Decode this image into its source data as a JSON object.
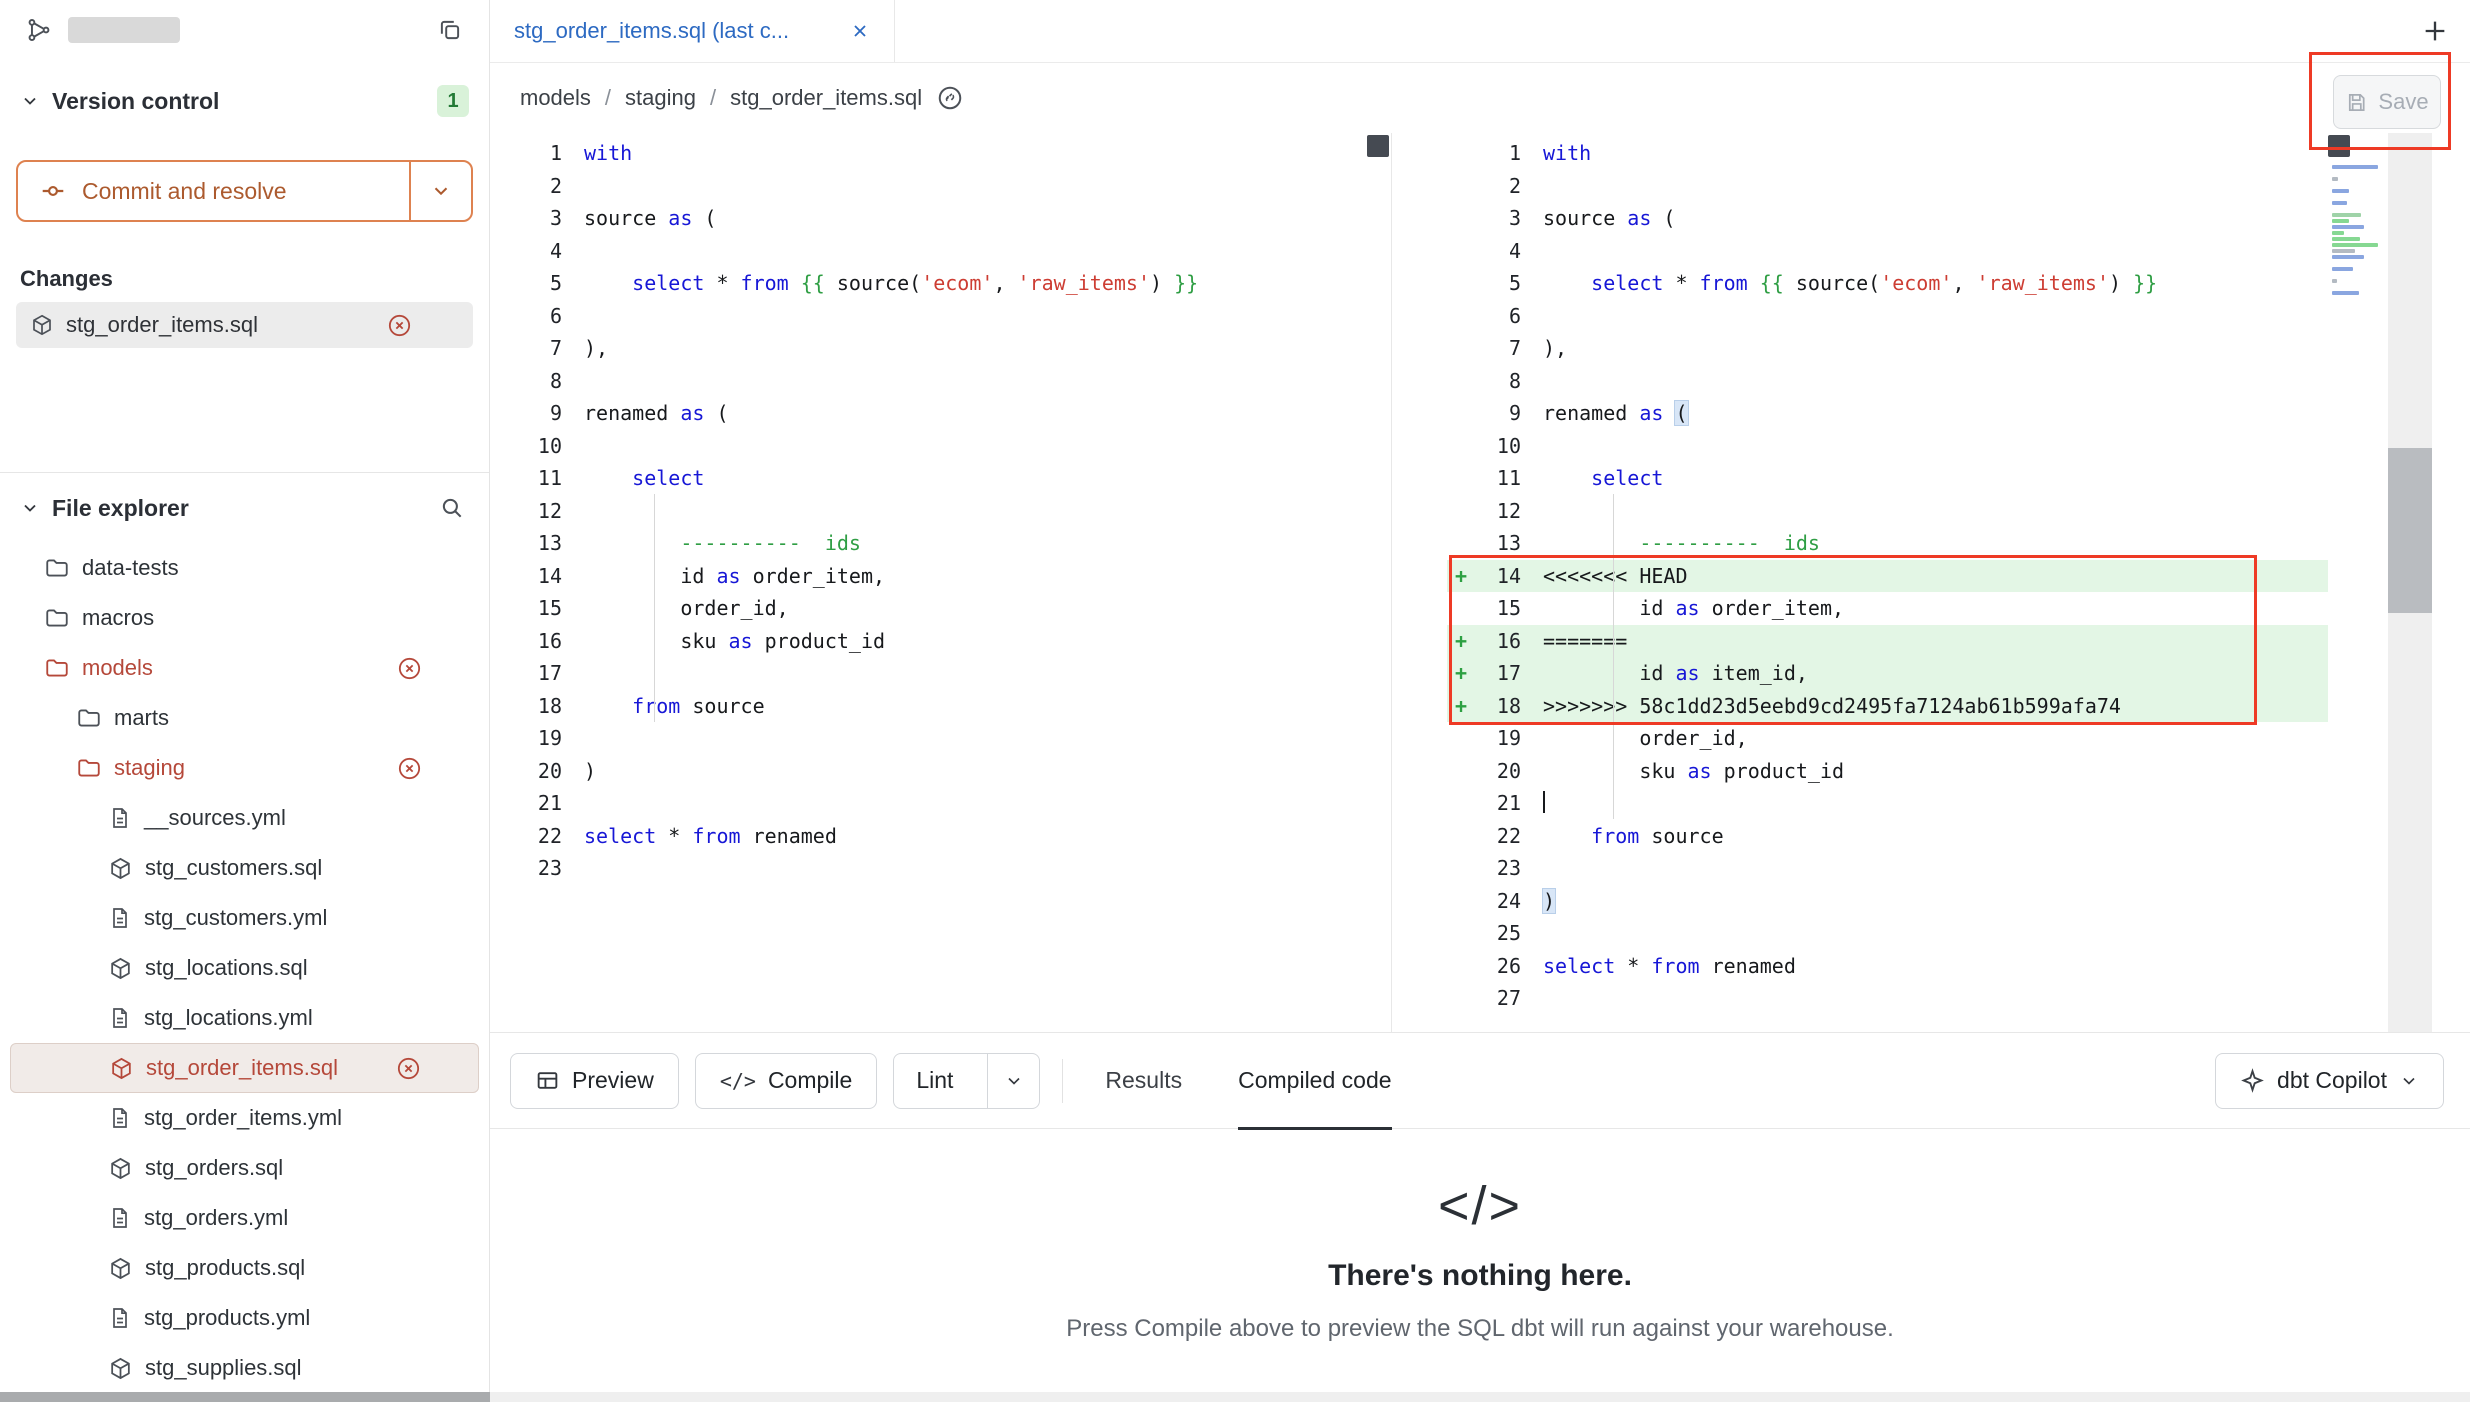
{
  "colors": {
    "accent_orange": "#de8250",
    "changed_red": "#b5483a",
    "annotation_red": "#ee3a25",
    "diff_add_bg": "#e3f6e5",
    "keyword_blue": "#1717d6",
    "string_red": "#cd3d33",
    "comment_green": "#2f9e44",
    "tab_blue": "#2d6ac2",
    "badge_green_bg": "#d9f2d9"
  },
  "sidebar": {
    "version_control": {
      "title": "Version control",
      "badge": "1",
      "commit_label": "Commit and resolve",
      "changes_label": "Changes",
      "changes": [
        {
          "name": "stg_order_items.sql"
        }
      ]
    },
    "file_explorer": {
      "title": "File explorer",
      "tree": [
        {
          "name": "data-tests",
          "type": "folder",
          "level": 0
        },
        {
          "name": "macros",
          "type": "folder",
          "level": 0
        },
        {
          "name": "models",
          "type": "folder",
          "level": 0,
          "changed": true,
          "removable": true
        },
        {
          "name": "marts",
          "type": "folder",
          "level": 1
        },
        {
          "name": "staging",
          "type": "folder",
          "level": 1,
          "changed": true,
          "removable": true
        },
        {
          "name": "__sources.yml",
          "type": "yml",
          "level": 2
        },
        {
          "name": "stg_customers.sql",
          "type": "sql",
          "level": 2
        },
        {
          "name": "stg_customers.yml",
          "type": "yml",
          "level": 2
        },
        {
          "name": "stg_locations.sql",
          "type": "sql",
          "level": 2
        },
        {
          "name": "stg_locations.yml",
          "type": "yml",
          "level": 2
        },
        {
          "name": "stg_order_items.sql",
          "type": "sql",
          "level": 2,
          "changed": true,
          "selected": true,
          "removable": true
        },
        {
          "name": "stg_order_items.yml",
          "type": "yml",
          "level": 2
        },
        {
          "name": "stg_orders.sql",
          "type": "sql",
          "level": 2
        },
        {
          "name": "stg_orders.yml",
          "type": "yml",
          "level": 2
        },
        {
          "name": "stg_products.sql",
          "type": "sql",
          "level": 2
        },
        {
          "name": "stg_products.yml",
          "type": "yml",
          "level": 2
        },
        {
          "name": "stg_supplies.sql",
          "type": "sql",
          "level": 2
        }
      ]
    }
  },
  "tab": {
    "title": "stg_order_items.sql (last c..."
  },
  "breadcrumb": [
    "models",
    "staging",
    "stg_order_items.sql"
  ],
  "save": {
    "label": "Save"
  },
  "editor": {
    "left": {
      "lines": [
        {
          "n": "1",
          "t": [
            [
              "k",
              "with"
            ]
          ]
        },
        {
          "n": "2",
          "t": []
        },
        {
          "n": "3",
          "t": [
            [
              "p",
              "source "
            ],
            [
              "k",
              "as"
            ],
            [
              "p",
              " ("
            ]
          ]
        },
        {
          "n": "4",
          "t": []
        },
        {
          "n": "5",
          "t": [
            [
              "p",
              "    "
            ],
            [
              "k",
              "select"
            ],
            [
              "p",
              " * "
            ],
            [
              "k",
              "from"
            ],
            [
              "p",
              " "
            ],
            [
              "j",
              "{{ "
            ],
            [
              "p",
              "source("
            ],
            [
              "s",
              "'ecom'"
            ],
            [
              "p",
              ", "
            ],
            [
              "s",
              "'raw_items'"
            ],
            [
              "p",
              ") "
            ],
            [
              "j",
              "}}"
            ]
          ]
        },
        {
          "n": "6",
          "t": []
        },
        {
          "n": "7",
          "t": [
            [
              "p",
              "),"
            ]
          ]
        },
        {
          "n": "8",
          "t": []
        },
        {
          "n": "9",
          "t": [
            [
              "p",
              "renamed "
            ],
            [
              "k",
              "as"
            ],
            [
              "p",
              " ("
            ]
          ]
        },
        {
          "n": "10",
          "t": []
        },
        {
          "n": "11",
          "t": [
            [
              "p",
              "    "
            ],
            [
              "k",
              "select"
            ]
          ]
        },
        {
          "n": "12",
          "t": []
        },
        {
          "n": "13",
          "t": [
            [
              "p",
              "        "
            ],
            [
              "c",
              "----------  ids"
            ]
          ]
        },
        {
          "n": "14",
          "t": [
            [
              "p",
              "        id "
            ],
            [
              "k",
              "as"
            ],
            [
              "p",
              " order_item,"
            ]
          ]
        },
        {
          "n": "15",
          "t": [
            [
              "p",
              "        order_id,"
            ]
          ]
        },
        {
          "n": "16",
          "t": [
            [
              "p",
              "        sku "
            ],
            [
              "k",
              "as"
            ],
            [
              "p",
              " product_id"
            ]
          ]
        },
        {
          "n": "17",
          "t": []
        },
        {
          "n": "18",
          "t": [
            [
              "p",
              "    "
            ],
            [
              "k",
              "from"
            ],
            [
              "p",
              " source"
            ]
          ]
        },
        {
          "n": "19",
          "t": []
        },
        {
          "n": "20",
          "t": [
            [
              "p",
              ")"
            ]
          ]
        },
        {
          "n": "21",
          "t": []
        },
        {
          "n": "22",
          "t": [
            [
              "k",
              "select"
            ],
            [
              "p",
              " * "
            ],
            [
              "k",
              "from"
            ],
            [
              "p",
              " renamed"
            ]
          ]
        },
        {
          "n": "23",
          "t": []
        }
      ]
    },
    "right": {
      "lines": [
        {
          "n": "1",
          "t": [
            [
              "k",
              "with"
            ]
          ]
        },
        {
          "n": "2",
          "t": []
        },
        {
          "n": "3",
          "t": [
            [
              "p",
              "source "
            ],
            [
              "k",
              "as"
            ],
            [
              "p",
              " ("
            ]
          ]
        },
        {
          "n": "4",
          "t": []
        },
        {
          "n": "5",
          "t": [
            [
              "p",
              "    "
            ],
            [
              "k",
              "select"
            ],
            [
              "p",
              " * "
            ],
            [
              "k",
              "from"
            ],
            [
              "p",
              " "
            ],
            [
              "j",
              "{{ "
            ],
            [
              "p",
              "source("
            ],
            [
              "s",
              "'ecom'"
            ],
            [
              "p",
              ", "
            ],
            [
              "s",
              "'raw_items'"
            ],
            [
              "p",
              ") "
            ],
            [
              "j",
              "}}"
            ]
          ]
        },
        {
          "n": "6",
          "t": []
        },
        {
          "n": "7",
          "t": [
            [
              "p",
              "),"
            ]
          ]
        },
        {
          "n": "8",
          "t": []
        },
        {
          "n": "9",
          "t": [
            [
              "p",
              "renamed "
            ],
            [
              "k",
              "as"
            ],
            [
              "p",
              " "
            ],
            [
              "b",
              "("
            ]
          ]
        },
        {
          "n": "10",
          "t": []
        },
        {
          "n": "11",
          "t": [
            [
              "p",
              "    "
            ],
            [
              "k",
              "select"
            ]
          ]
        },
        {
          "n": "12",
          "t": []
        },
        {
          "n": "13",
          "t": [
            [
              "p",
              "        "
            ],
            [
              "c",
              "----------  ids"
            ]
          ]
        },
        {
          "n": "14",
          "d": 1,
          "t": [
            [
              "p",
              "<<<<<<< HEAD"
            ]
          ]
        },
        {
          "n": "15",
          "t": [
            [
              "p",
              "        id "
            ],
            [
              "k",
              "as"
            ],
            [
              "p",
              " order_item,"
            ]
          ]
        },
        {
          "n": "16",
          "d": 1,
          "t": [
            [
              "p",
              "======="
            ]
          ]
        },
        {
          "n": "17",
          "d": 1,
          "t": [
            [
              "p",
              "        id "
            ],
            [
              "k",
              "as"
            ],
            [
              "p",
              " item_id,"
            ]
          ]
        },
        {
          "n": "18",
          "d": 1,
          "t": [
            [
              "p",
              ">>>>>>> 58c1dd23d5eebd9cd2495fa7124ab61b599afa74"
            ]
          ]
        },
        {
          "n": "19",
          "t": [
            [
              "p",
              "        order_id,"
            ]
          ]
        },
        {
          "n": "20",
          "t": [
            [
              "p",
              "        sku "
            ],
            [
              "k",
              "as"
            ],
            [
              "p",
              " product_id"
            ]
          ]
        },
        {
          "n": "21",
          "t": [
            [
              "cur",
              ""
            ]
          ]
        },
        {
          "n": "22",
          "t": [
            [
              "p",
              "    "
            ],
            [
              "k",
              "from"
            ],
            [
              "p",
              " source"
            ]
          ]
        },
        {
          "n": "23",
          "t": []
        },
        {
          "n": "24",
          "t": [
            [
              "b",
              ")"
            ]
          ]
        },
        {
          "n": "25",
          "t": []
        },
        {
          "n": "26",
          "t": [
            [
              "k",
              "select"
            ],
            [
              "p",
              " * "
            ],
            [
              "k",
              "from"
            ],
            [
              "p",
              " renamed"
            ]
          ]
        },
        {
          "n": "27",
          "t": []
        }
      ]
    }
  },
  "bottom": {
    "preview_label": "Preview",
    "compile_label": "Compile",
    "compile_icon": "</>",
    "lint_label": "Lint",
    "results_label": "Results",
    "compiled_label": "Compiled code",
    "copilot_label": "dbt Copilot",
    "empty_icon": "</>",
    "empty_title": "There's nothing here.",
    "empty_subtitle": "Press Compile above to preview the SQL dbt will run against your warehouse."
  }
}
